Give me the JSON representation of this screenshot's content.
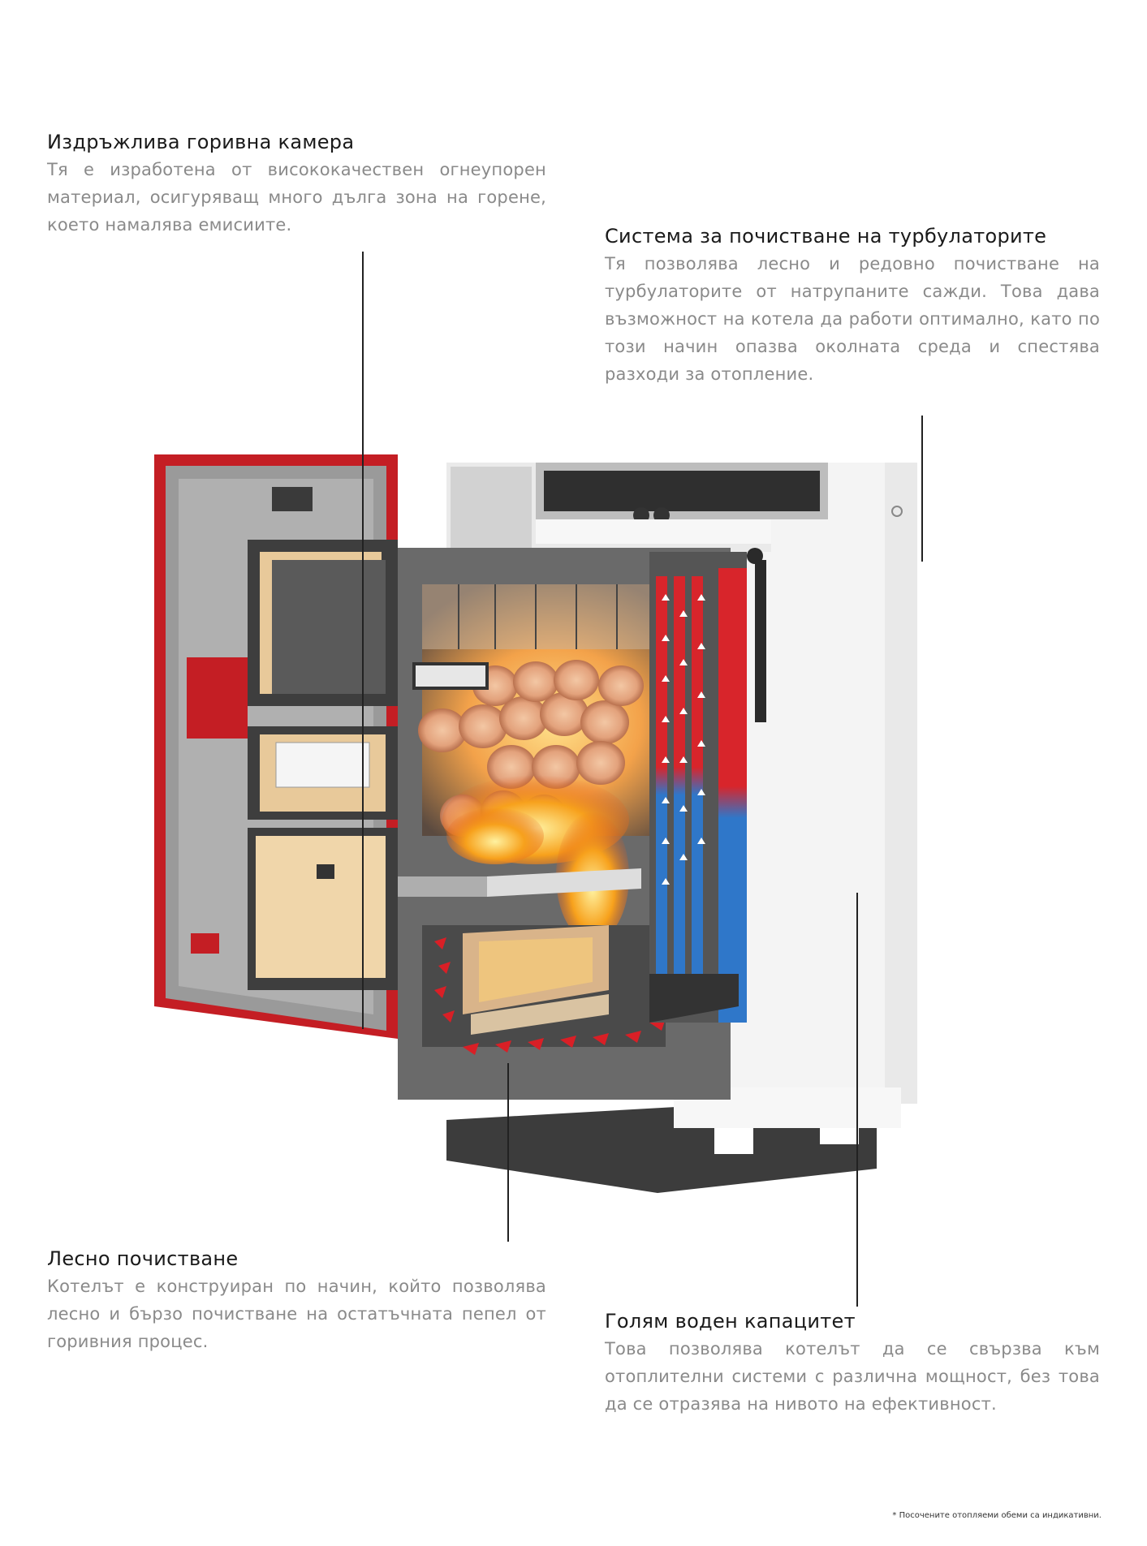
{
  "callouts": {
    "chamber": {
      "title": "Издръжлива горивна камера",
      "text": "Тя е изработена от висококачествен огнеупорен материал, осигуряващ много дълга зона на горене, което намалява емисиите."
    },
    "turbulators": {
      "title": "Система за почистване на турбулаторите",
      "text": "Тя позволява лесно и редовно почистване на турбулаторите от натрупаните сажди. Това дава възможност на котела да работи оптимално, като по този начин опазва околната среда и спестява разходи за отопление."
    },
    "cleaning": {
      "title": "Лесно почистване",
      "text": "Котелът е конструиран по начин, който позволява лесно и бързо почистване на остатъчната пепел от горивния процес."
    },
    "water": {
      "title": "Голям воден капацитет",
      "text": "Това позволява котелът да се свързва към отоплителни системи с различна мощност, без това да се отразява на нивото на ефективност."
    }
  },
  "footnote": "* Посочените отопляеми обеми са индикативни.",
  "colors": {
    "body_red": "#c41e24",
    "water_hot": "#d8252b",
    "water_cold": "#2f77c9",
    "flame": "#f6a21c",
    "firebrick": "#e8c99a"
  }
}
